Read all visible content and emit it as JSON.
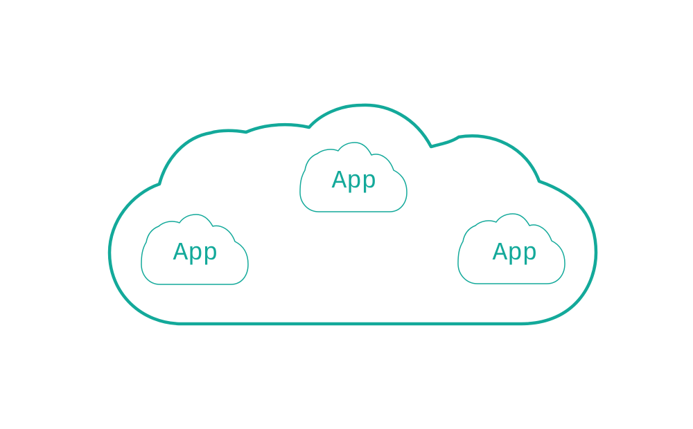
{
  "colors": {
    "cloud_stroke": "#13a99a",
    "label_color": "#13a99a",
    "background": "#ffffff"
  },
  "diagram": {
    "apps": [
      {
        "label": "App"
      },
      {
        "label": "App"
      },
      {
        "label": "App"
      }
    ]
  }
}
